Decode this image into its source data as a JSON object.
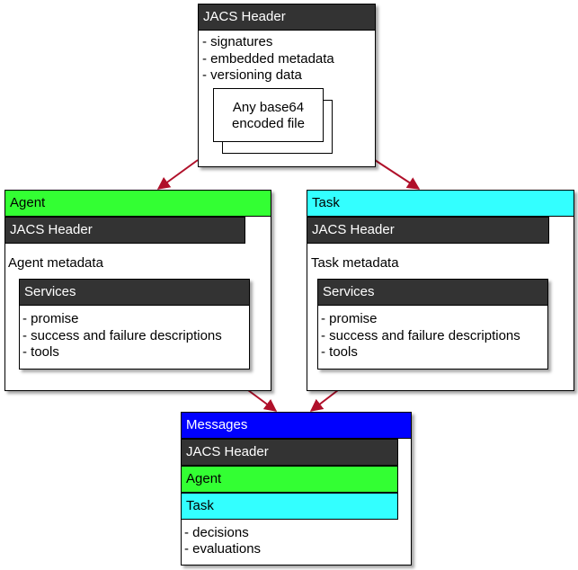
{
  "top": {
    "header": "JACS Header",
    "items": [
      "- signatures",
      "- embedded metadata",
      "- versioning data"
    ],
    "file_line1": "Any base64",
    "file_line2": "encoded file"
  },
  "agent": {
    "title": "Agent",
    "jacs": "JACS Header",
    "meta": "Agent metadata",
    "services": "Services",
    "items": [
      "- promise",
      "- success and failure descriptions",
      "- tools"
    ]
  },
  "task": {
    "title": "Task",
    "jacs": "JACS Header",
    "meta": "Task metadata",
    "services": "Services",
    "items": [
      "- promise",
      "- success and failure descriptions",
      "- tools"
    ]
  },
  "messages": {
    "title": "Messages",
    "jacs": "JACS Header",
    "agent": "Agent",
    "task": "Task",
    "items": [
      "- decisions",
      "- evaluations"
    ]
  },
  "colors": {
    "arrow": "#b0102a",
    "dark_header": "#333333",
    "agent_green": "#33ff33",
    "task_cyan": "#33ffff",
    "messages_blue": "#0000ff"
  }
}
